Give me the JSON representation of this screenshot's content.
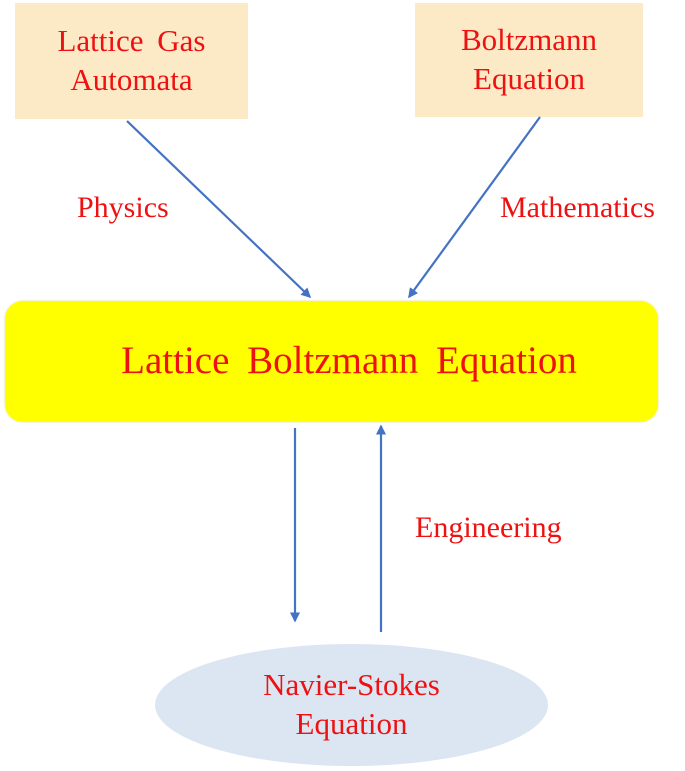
{
  "nodes": {
    "lattice_gas_automata": {
      "line1": "Lattice Gas",
      "line2": "Automata"
    },
    "boltzmann_equation": {
      "line1": "Boltzmann",
      "line2": "Equation"
    },
    "lattice_boltzmann_equation": {
      "label": "Lattice Boltzmann Equation"
    },
    "navier_stokes_equation": {
      "line1": "Navier-Stokes",
      "line2": "Equation"
    }
  },
  "edges": {
    "physics": "Physics",
    "mathematics": "Mathematics",
    "engineering": "Engineering"
  },
  "colors": {
    "text": "#EE1111",
    "arrow": "#4472C4",
    "top_boxes": "#FCE9C5",
    "center_box": "#FFFF00",
    "bottom_ellipse": "#DCE6F2"
  }
}
